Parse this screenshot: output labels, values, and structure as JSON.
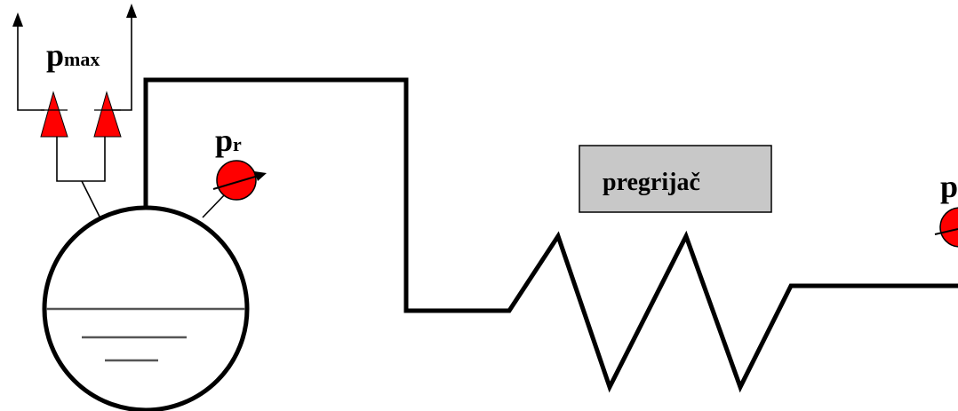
{
  "labels": {
    "pmax_main": "p",
    "pmax_sub": "max",
    "pr_main": "p",
    "pr_sub": "r",
    "pp_main": "p",
    "superheater": "pregrijač"
  },
  "colors": {
    "valve": "#ff0000",
    "gauge": "#ff0000",
    "superheater_fill": "#c8c8c8",
    "line": "#000000",
    "water": "#555555"
  },
  "icons": {
    "safety_valve": "triangle-up",
    "gauge": "circle-with-needle",
    "arrow": "arrow-up"
  }
}
